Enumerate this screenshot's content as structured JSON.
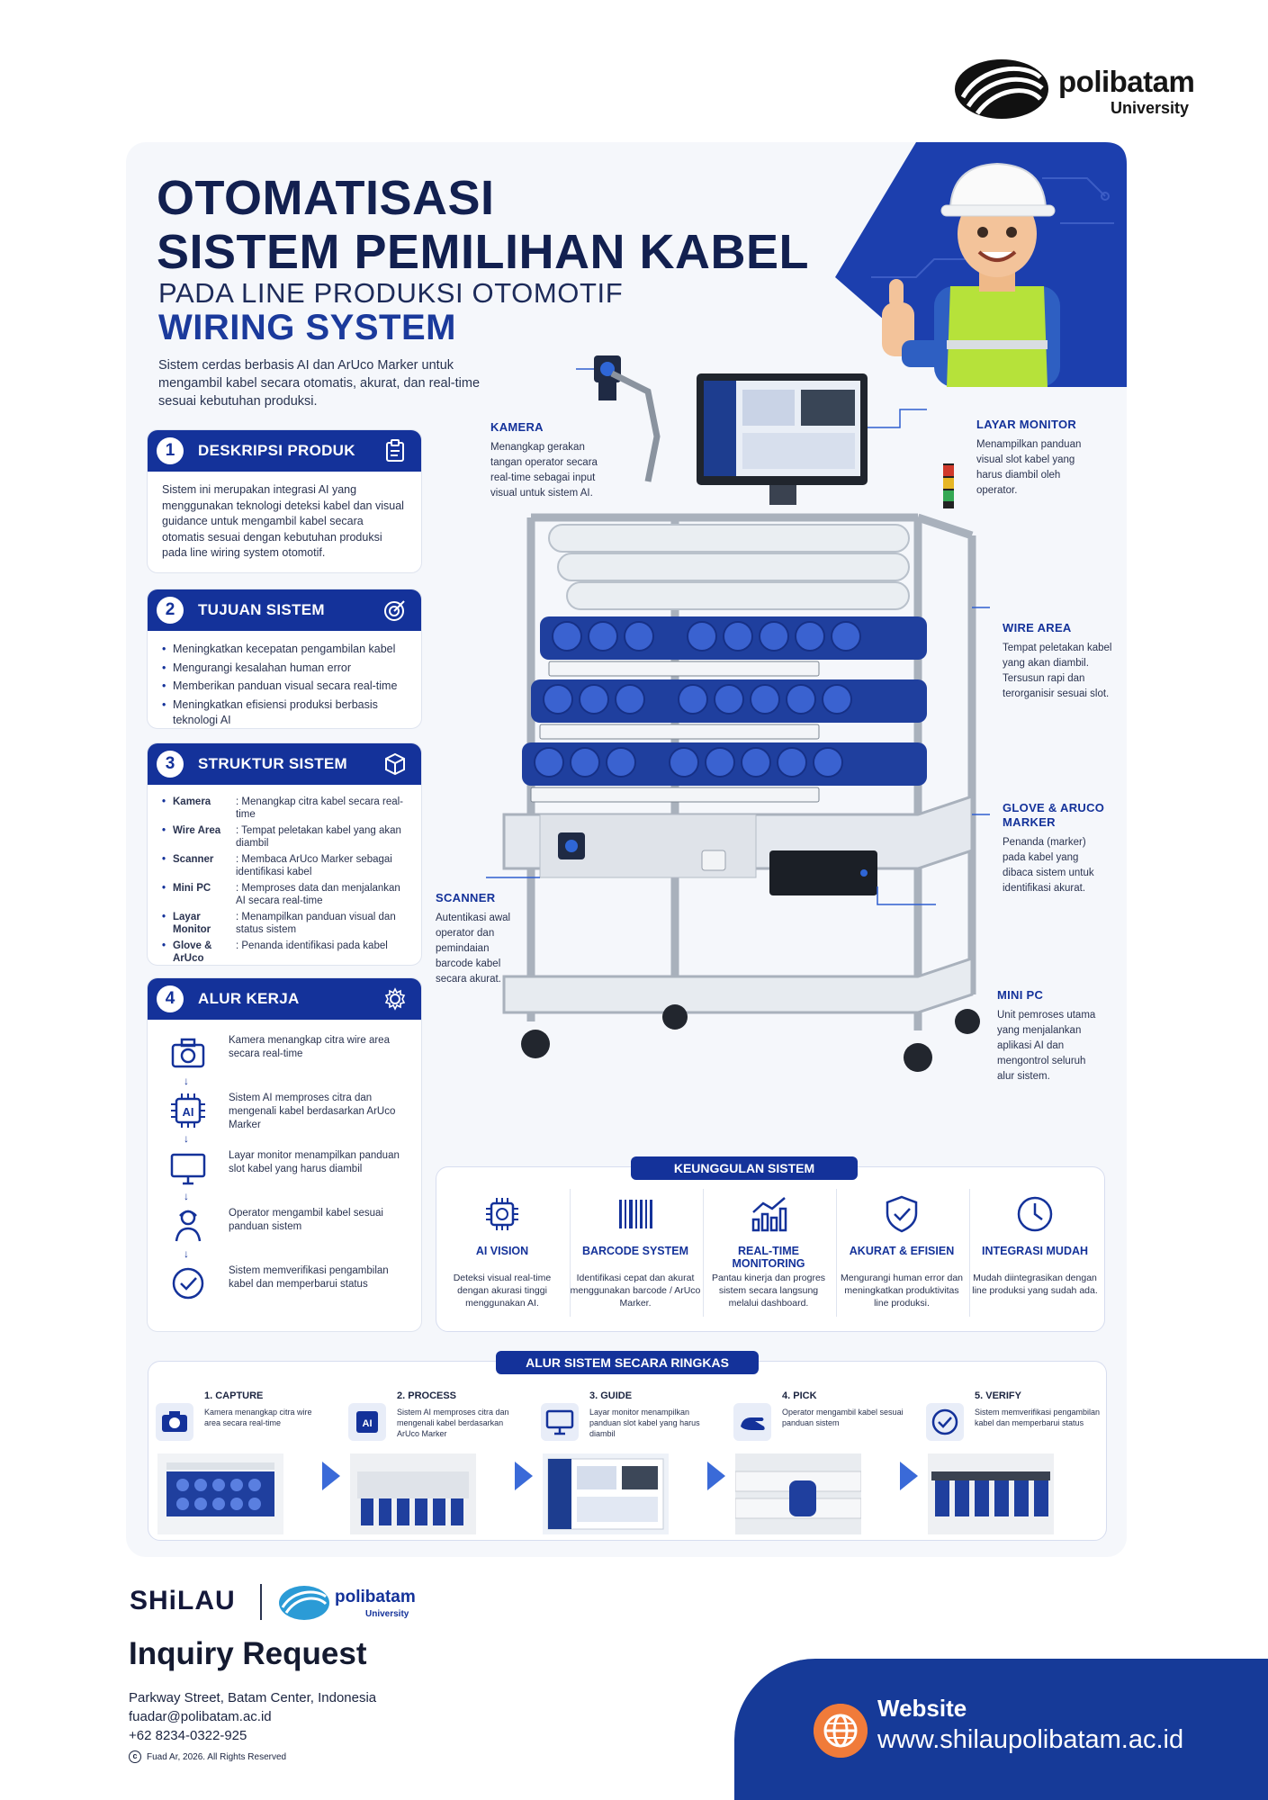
{
  "brand": {
    "logo_word": "polibatam",
    "logo_sub": "University"
  },
  "title": {
    "line1": "OTOMATISASI",
    "line2": "SISTEM PEMILIHAN KABEL",
    "subtitle1": "PADA LINE PRODUKSI OTOMOTIF",
    "subtitle2": "WIRING SYSTEM",
    "intro": "Sistem cerdas berbasis AI dan ArUco Marker untuk mengambil kabel secara otomatis, akurat, dan real-time sesuai kebutuhan produksi."
  },
  "sections": {
    "desc": {
      "num": "1",
      "title": "DESKRIPSI PRODUK",
      "icon": "clipboard-icon",
      "text": "Sistem ini merupakan integrasi AI yang menggunakan teknologi deteksi kabel dan visual guidance untuk mengambil kabel secara otomatis sesuai dengan kebutuhan produksi pada line wiring system otomotif."
    },
    "goal": {
      "num": "2",
      "title": "TUJUAN SISTEM",
      "icon": "target-icon",
      "items": [
        "Meningkatkan kecepatan pengambilan kabel",
        "Mengurangi kesalahan human error",
        "Memberikan panduan visual secara real-time",
        "Meningkatkan efisiensi produksi berbasis teknologi AI"
      ]
    },
    "structure": {
      "num": "3",
      "title": "STRUKTUR SISTEM",
      "icon": "cube-icon",
      "rows": [
        {
          "key": "Kamera",
          "val": ": Menangkap citra kabel secara real-time"
        },
        {
          "key": "Wire Area",
          "val": ": Tempat peletakan kabel yang akan diambil"
        },
        {
          "key": "Scanner",
          "val": ": Membaca ArUco Marker sebagai identifikasi kabel"
        },
        {
          "key": "Mini PC",
          "val": ": Memproses data dan menjalankan AI secara real-time"
        },
        {
          "key": "Layar Monitor",
          "val": ": Menampilkan panduan visual dan status sistem"
        },
        {
          "key": "Glove & ArUco Marker",
          "val": ": Penanda identifikasi pada kabel"
        }
      ]
    },
    "workflow": {
      "num": "4",
      "title": "ALUR KERJA",
      "icon": "gear-icon",
      "steps": [
        "Kamera menangkap citra wire area secara real-time",
        "Sistem AI memproses citra dan mengenali kabel berdasarkan ArUco Marker",
        "Layar monitor menampilkan panduan slot kabel yang harus diambil",
        "Operator mengambil kabel sesuai panduan sistem",
        "Sistem memverifikasi pengambilan kabel dan memperbarui status"
      ]
    }
  },
  "callouts": {
    "kamera": {
      "title": "KAMERA",
      "text": "Menangkap gerakan tangan operator secara real-time sebagai input visual untuk sistem AI."
    },
    "monitor": {
      "title": "LAYAR MONITOR",
      "text": "Menampilkan panduan visual slot kabel yang harus diambil oleh operator."
    },
    "wire": {
      "title": "WIRE AREA",
      "text": "Tempat peletakan kabel yang akan diambil. Tersusun rapi dan terorganisir sesuai slot."
    },
    "glove": {
      "title": "GLOVE & ARUCO MARKER",
      "text": "Penanda (marker) pada kabel yang dibaca sistem untuk identifikasi akurat."
    },
    "scanner": {
      "title": "SCANNER",
      "text": "Autentikasi awal operator dan pemindaian barcode kabel secara akurat."
    },
    "minipc": {
      "title": "MINI PC",
      "text": "Unit pemroses utama yang menjalankan aplikasi AI dan mengontrol seluruh alur sistem."
    }
  },
  "advantages": {
    "heading": "KEUNGGULAN SISTEM",
    "items": [
      {
        "title": "AI VISION",
        "text": "Deteksi visual real-time dengan akurasi tinggi menggunakan AI.",
        "icon": "chip-icon"
      },
      {
        "title": "BARCODE SYSTEM",
        "text": "Identifikasi cepat dan akurat menggunakan barcode / ArUco Marker.",
        "icon": "barcode-icon"
      },
      {
        "title": "REAL-TIME MONITORING",
        "text": "Pantau kinerja dan progres sistem secara langsung melalui dashboard.",
        "icon": "chart-icon"
      },
      {
        "title": "AKURAT & EFISIEN",
        "text": "Mengurangi human error dan meningkatkan produktivitas line produksi.",
        "icon": "shield-check-icon"
      },
      {
        "title": "INTEGRASI MUDAH",
        "text": "Mudah diintegrasikan dengan line produksi yang sudah ada.",
        "icon": "clock-icon"
      }
    ]
  },
  "summary": {
    "heading": "ALUR SISTEM SECARA RINGKAS",
    "steps": [
      {
        "title": "1. CAPTURE",
        "text": "Kamera menangkap citra wire area secara real-time",
        "icon": "camera-icon"
      },
      {
        "title": "2. PROCESS",
        "text": "Sistem AI memproses citra dan mengenali kabel berdasarkan ArUco Marker",
        "icon": "ai-chip-icon"
      },
      {
        "title": "3. GUIDE",
        "text": "Layar monitor menampilkan panduan slot kabel yang harus diambil",
        "icon": "monitor-icon"
      },
      {
        "title": "4. PICK",
        "text": "Operator mengambil kabel sesuai panduan sistem",
        "icon": "hand-icon"
      },
      {
        "title": "5. VERIFY",
        "text": "Sistem memverifikasi pengambilan kabel dan memperbarui status",
        "icon": "check-circle-icon"
      }
    ]
  },
  "footer": {
    "brand": "SHiLAU",
    "logo_word": "polibatam",
    "logo_sub": "University",
    "inquiry": "Inquiry Request",
    "address": "Parkway Street, Batam Center, Indonesia",
    "email": "fuadar@polibatam.ac.id",
    "phone": "+62 8234-0322-925",
    "copyright": "Fuad Ar, 2026. All Rights Reserved",
    "website_label": "Website",
    "website_url": "www.shilaupolibatam.ac.id"
  },
  "colors": {
    "primary": "#14329a",
    "dark": "#122050",
    "accent": "#f07b3a"
  }
}
